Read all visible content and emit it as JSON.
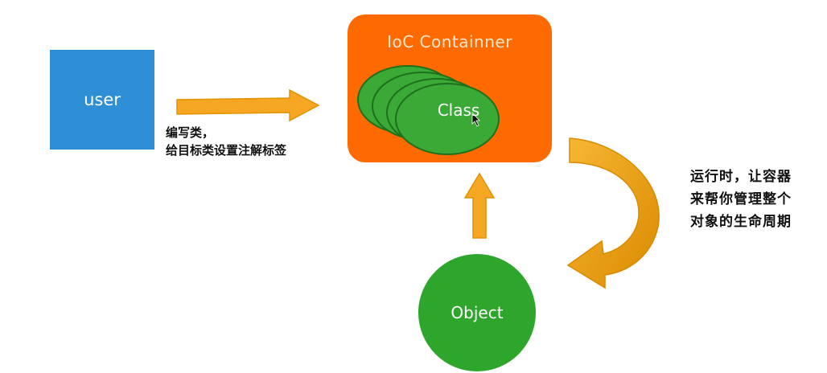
{
  "user_box": {
    "label": "user",
    "color": "#2e8fd6"
  },
  "ioc_container": {
    "title": "IoC Containner",
    "color": "#ff6a00",
    "class_label": "Class"
  },
  "object_node": {
    "label": "Object",
    "color": "#2da62b"
  },
  "left_annotation": {
    "line1": "编写类，",
    "line2": "给目标类设置注解标签"
  },
  "right_annotation": {
    "text": "运行时，让容器来帮你管理整个对象的生命周期"
  },
  "arrow_color": "#f5a623"
}
